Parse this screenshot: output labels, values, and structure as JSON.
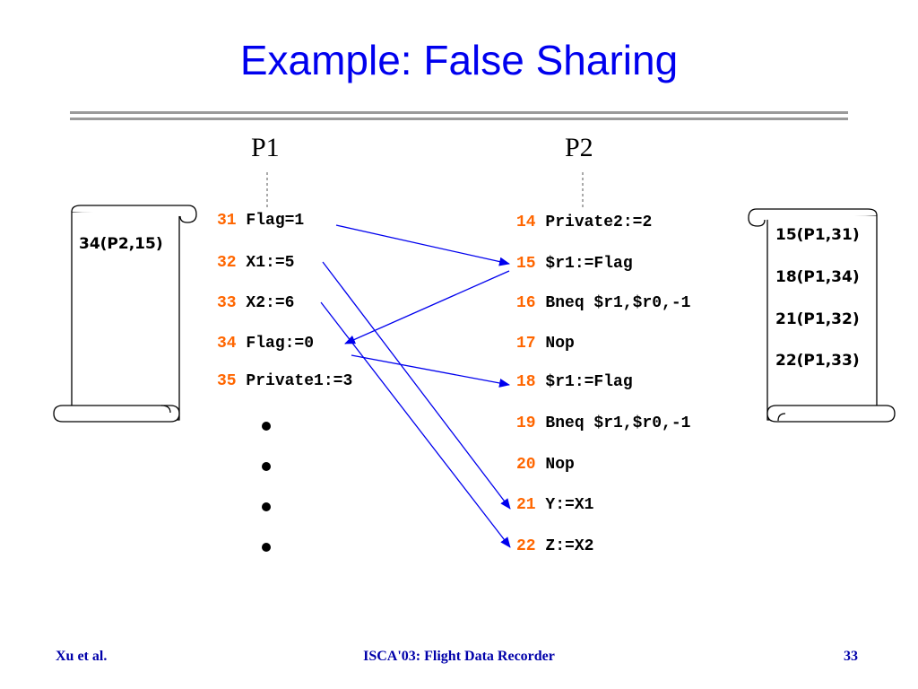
{
  "title": "Example: False Sharing",
  "processors": {
    "p1": "P1",
    "p2": "P2"
  },
  "p1_code": [
    {
      "num": "31",
      "text": "Flag=1"
    },
    {
      "num": "32",
      "text": "X1:=5"
    },
    {
      "num": "33",
      "text": "X2:=6"
    },
    {
      "num": "34",
      "text": "Flag:=0"
    },
    {
      "num": "35",
      "text": "Private1:=3"
    }
  ],
  "p2_code": [
    {
      "num": "14",
      "text": "Private2:=2"
    },
    {
      "num": "15",
      "text": "$r1:=Flag"
    },
    {
      "num": "16",
      "text": "Bneq $r1,$r0,-1"
    },
    {
      "num": "17",
      "text": "Nop"
    },
    {
      "num": "18",
      "text": "$r1:=Flag"
    },
    {
      "num": "19",
      "text": "Bneq $r1,$r0,-1"
    },
    {
      "num": "20",
      "text": "Nop"
    },
    {
      "num": "21",
      "text": "Y:=X1"
    },
    {
      "num": "22",
      "text": "Z:=X2"
    }
  ],
  "p1_log": [
    "34(P2,15)"
  ],
  "p2_log": [
    "15(P1,31)",
    "18(P1,34)",
    "21(P1,32)",
    "22(P1,33)"
  ],
  "footer": {
    "left": "Xu et al.",
    "center": "ISCA'03: Flight Data Recorder",
    "right": "33"
  },
  "colors": {
    "title": "#0000ee",
    "line_number": "#ff6600",
    "arrow": "#0000ee",
    "footer": "#0000aa"
  }
}
